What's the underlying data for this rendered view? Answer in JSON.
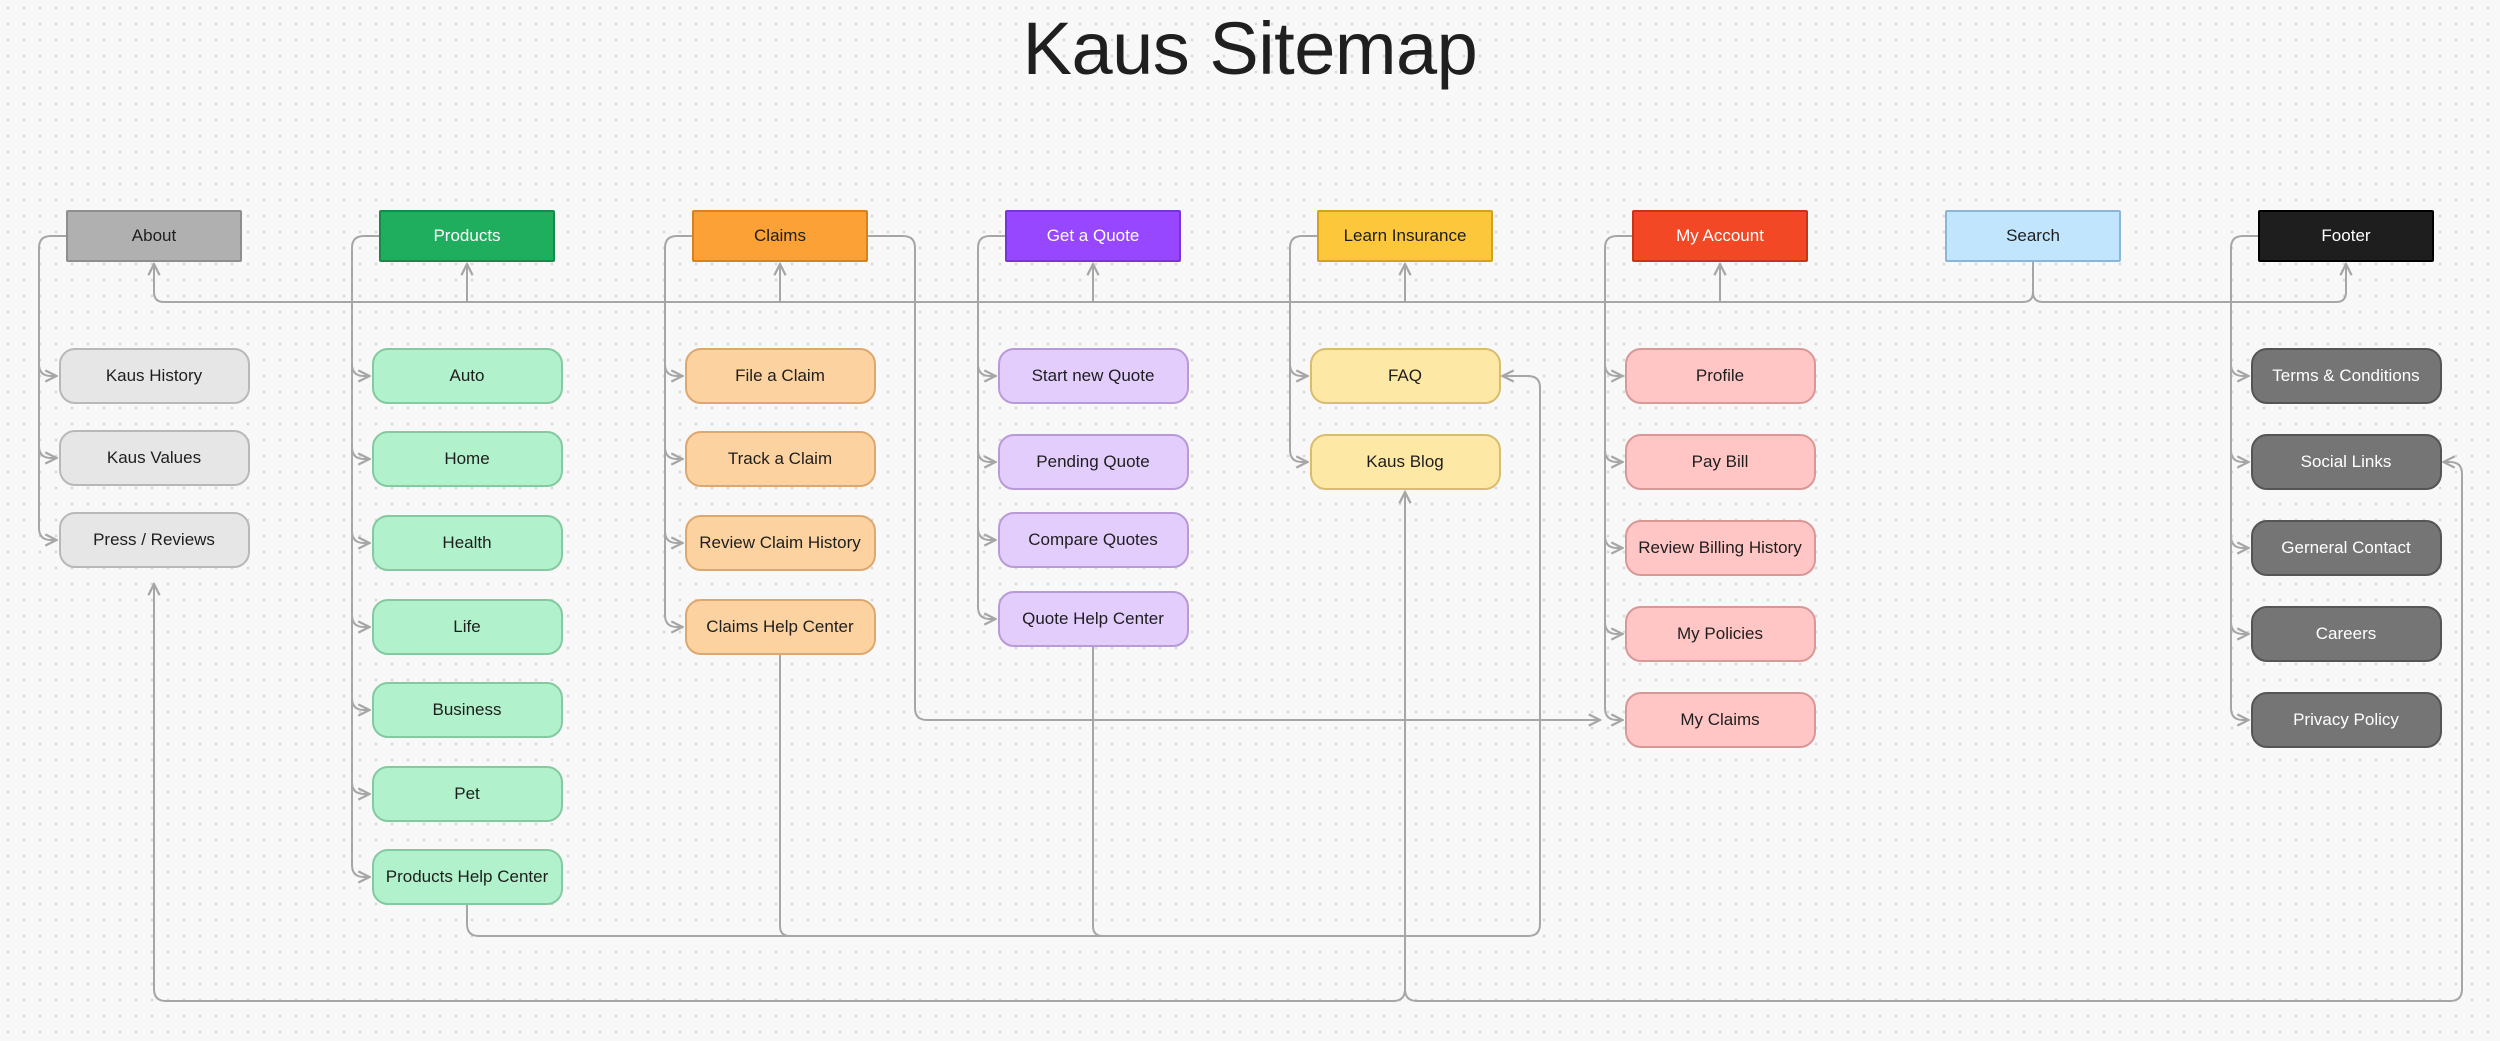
{
  "title": "Kaus Sitemap",
  "columns": [
    {
      "key": "about",
      "label": "About",
      "fill": "#b0b0b0",
      "border": "#8e8e8e",
      "text": "#1e1e1e",
      "child_fill": "#e6e6e6",
      "child_border": "#b8b8b8",
      "child_text": "#1e1e1e",
      "children": [
        "Kaus History",
        "Kaus Values",
        "Press / Reviews"
      ]
    },
    {
      "key": "products",
      "label": "Products",
      "fill": "#1fad5e",
      "border": "#178a4a",
      "text": "#ffffff",
      "child_fill": "#b1f1cb",
      "child_border": "#84c9a0",
      "child_text": "#1e1e1e",
      "children": [
        "Auto",
        "Home",
        "Health",
        "Life",
        "Business",
        "Pet",
        "Products Help Center"
      ]
    },
    {
      "key": "claims",
      "label": "Claims",
      "fill": "#fba136",
      "border": "#d6821f",
      "text": "#1e1e1e",
      "child_fill": "#fcd3a0",
      "child_border": "#dca870",
      "child_text": "#1e1e1e",
      "children": [
        "File a Claim",
        "Track a Claim",
        "Review Claim History",
        "Claims Help Center"
      ]
    },
    {
      "key": "quote",
      "label": "Get a Quote",
      "fill": "#9747ff",
      "border": "#7a34d6",
      "text": "#ffffff",
      "child_fill": "#e3cdfd",
      "child_border": "#b89ad8",
      "child_text": "#1e1e1e",
      "children": [
        "Start new Quote",
        "Pending Quote",
        "Compare Quotes",
        "Quote Help Center"
      ]
    },
    {
      "key": "learn",
      "label": "Learn Insurance",
      "fill": "#fdc73b",
      "border": "#d4a11f",
      "text": "#1e1e1e",
      "child_fill": "#fee8a6",
      "child_border": "#d9bc6e",
      "child_text": "#1e1e1e",
      "children": [
        "FAQ",
        "Kaus Blog"
      ]
    },
    {
      "key": "account",
      "label": "My Account",
      "fill": "#f24826",
      "border": "#c93318",
      "text": "#ffffff",
      "child_fill": "#ffc6c5",
      "child_border": "#d89896",
      "child_text": "#1e1e1e",
      "children": [
        "Profile",
        "Pay Bill",
        "Review Billing History",
        "My Policies",
        "My Claims"
      ]
    },
    {
      "key": "search",
      "label": "Search",
      "fill": "#c2e5fe",
      "border": "#8ab7d8",
      "text": "#1e1e1e",
      "child_fill": "",
      "child_border": "",
      "child_text": "",
      "children": []
    },
    {
      "key": "footer",
      "label": "Footer",
      "fill": "#1e1e1e",
      "border": "#000000",
      "text": "#ffffff",
      "child_fill": "#757575",
      "child_border": "#555555",
      "child_text": "#ffffff",
      "children": [
        "Terms & Conditions",
        "Social Links",
        "Gerneral Contact",
        "Careers",
        "Privacy Policy"
      ]
    }
  ],
  "colors": {
    "connector": "#a6a6a6",
    "background": "#f8f8f8"
  }
}
